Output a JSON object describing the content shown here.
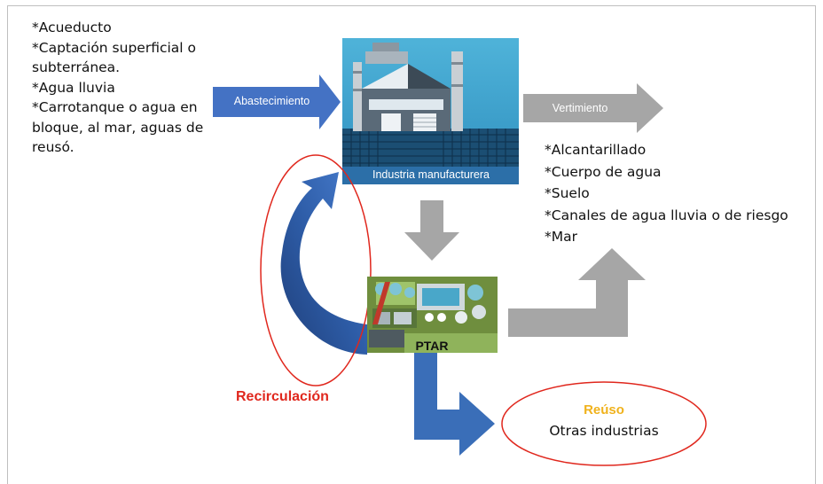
{
  "sources": {
    "items": [
      "*Acueducto",
      "*Captación superficial o",
      "subterránea.",
      "*Agua lluvia",
      "*Carrotanque o agua en",
      "bloque, al mar, aguas de",
      "reusó."
    ]
  },
  "supply_arrow_label": "Abastecimiento",
  "discharge_arrow_label": "Vertimiento",
  "industry": {
    "label": "Industria manufacturera"
  },
  "discharge_targets": {
    "items": [
      "*Alcantarillado",
      "*Cuerpo de agua",
      "*Suelo",
      "*Canales de agua lluvia o de riesgo",
      "*Mar"
    ]
  },
  "treatment_plant": {
    "label": "PTAR"
  },
  "recirculation_label": "Recirculación",
  "reuse": {
    "title": "Reúso",
    "subtitle": "Otras industrias"
  },
  "colors": {
    "blue_arrow": "#4472c4",
    "gray_arrow": "#a6a6a6",
    "red_outline": "#e0271d",
    "reuse_title": "#f0b21c"
  }
}
